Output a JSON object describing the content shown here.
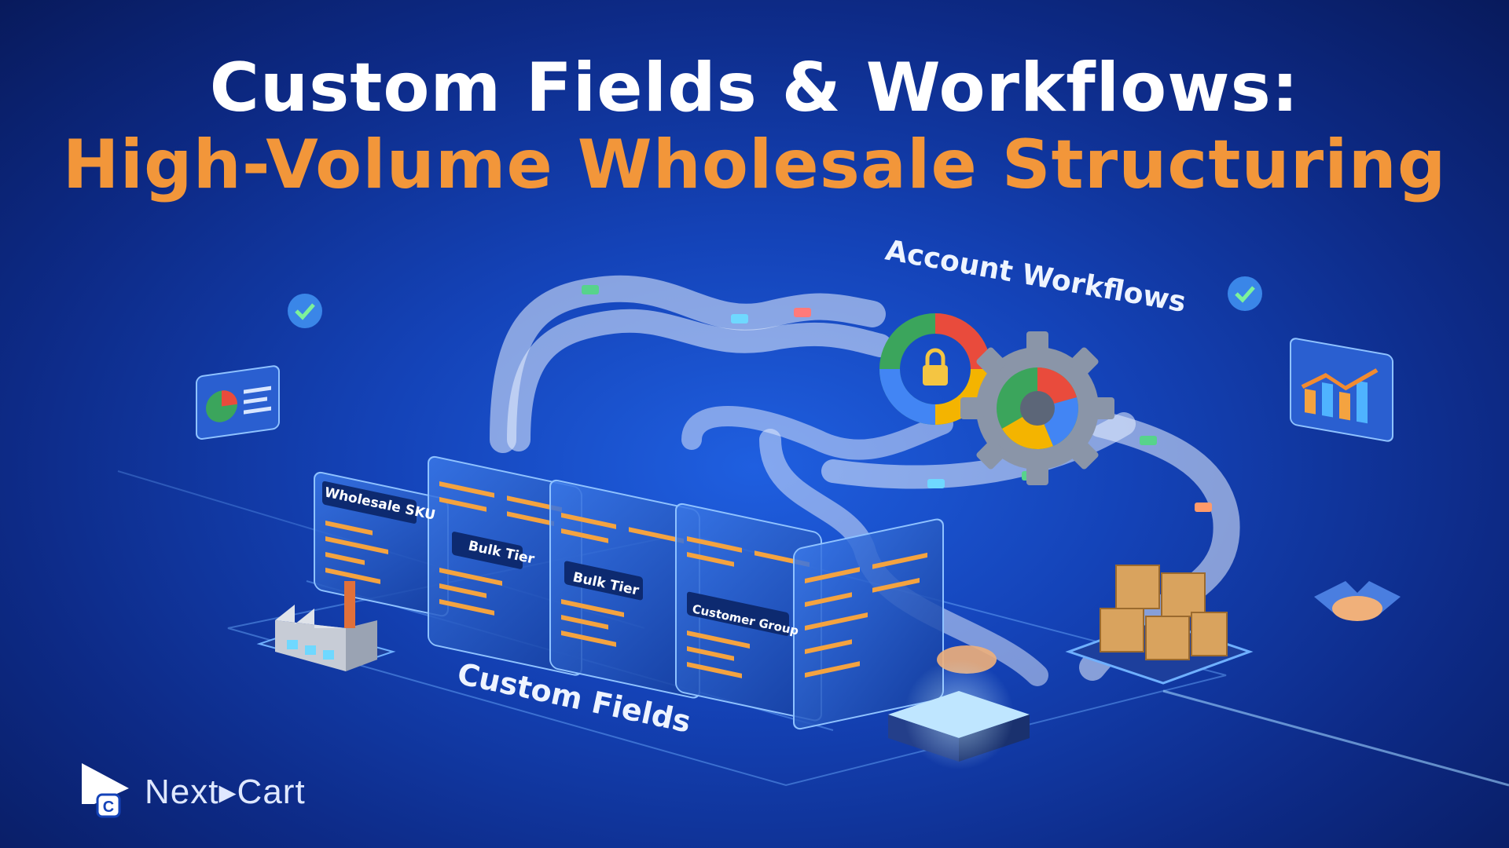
{
  "title_line1": "Custom Fields & Workflows:",
  "title_line2": "High-Volume Wholesale Structuring",
  "labels": {
    "account_workflows": "Account Workflows",
    "custom_fields": "Custom Fields",
    "wholesale_sku": "Wholesale SKU",
    "bulk_tier_1": "Bulk Tier",
    "bulk_tier_2": "Bulk Tier",
    "customer_group": "Customer Group"
  },
  "logo": {
    "text": "Next▸Cart",
    "icon": "nextcart-logo-icon"
  },
  "icons": [
    "check-icon",
    "pie-chart-icon",
    "bar-chart-icon",
    "lock-ring-icon",
    "gear-icon",
    "factory-icon",
    "boxes-icon",
    "handshake-icon"
  ],
  "colors": {
    "title_white": "#ffffff",
    "title_orange": "#f2963a",
    "background": "#1443b8",
    "pipe": "#e8f0ff"
  }
}
